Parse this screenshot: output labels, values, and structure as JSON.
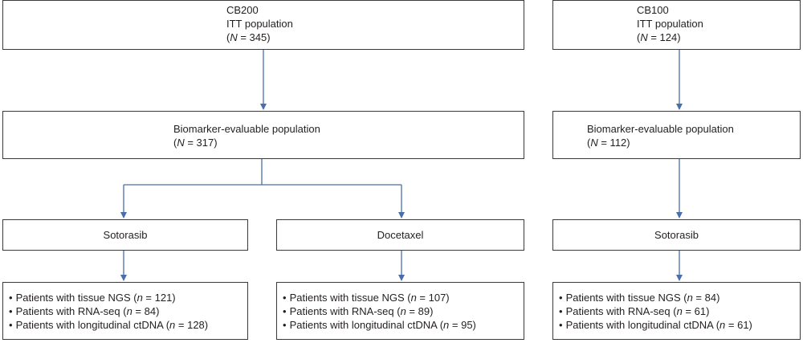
{
  "cohorts": {
    "cb200": {
      "itt": {
        "name": "CB200",
        "label": "ITT population",
        "n_prefix": "(",
        "n_var": "N",
        "n_suffix": " = 345)"
      },
      "biomarker": {
        "label": "Biomarker-evaluable population",
        "n_prefix": "(",
        "n_var": "N",
        "n_suffix": " = 317)"
      },
      "arms": [
        {
          "label": "Sotorasib",
          "details": [
            {
              "pre": "Patients with tissue NGS (",
              "var": "n",
              "post": " = 121)"
            },
            {
              "pre": "Patients with RNA-seq (",
              "var": "n",
              "post": " = 84)"
            },
            {
              "pre": "Patients with longitudinal ctDNA (",
              "var": "n",
              "post": " = 128)"
            }
          ]
        },
        {
          "label": "Docetaxel",
          "details": [
            {
              "pre": "Patients with tissue NGS (",
              "var": "n",
              "post": " = 107)"
            },
            {
              "pre": "Patients with RNA-seq (",
              "var": "n",
              "post": " = 89)"
            },
            {
              "pre": "Patients with longitudinal ctDNA (",
              "var": "n",
              "post": " = 95)"
            }
          ]
        }
      ]
    },
    "cb100": {
      "itt": {
        "name": "CB100",
        "label": "ITT population",
        "n_prefix": "(",
        "n_var": "N",
        "n_suffix": " = 124)"
      },
      "biomarker": {
        "label": "Biomarker-evaluable population",
        "n_prefix": "(",
        "n_var": "N",
        "n_suffix": " = 112)"
      },
      "arms": [
        {
          "label": "Sotorasib",
          "details": [
            {
              "pre": "Patients with tissue NGS (",
              "var": "n",
              "post": " = 84)"
            },
            {
              "pre": "Patients with RNA-seq (",
              "var": "n",
              "post": " = 61)"
            },
            {
              "pre": "Patients with longitudinal ctDNA (",
              "var": "n",
              "post": " = 61)"
            }
          ]
        }
      ]
    }
  },
  "colors": {
    "box_border": "#3a3a3a",
    "connector": "#4a6ea9",
    "text": "#231f20"
  }
}
